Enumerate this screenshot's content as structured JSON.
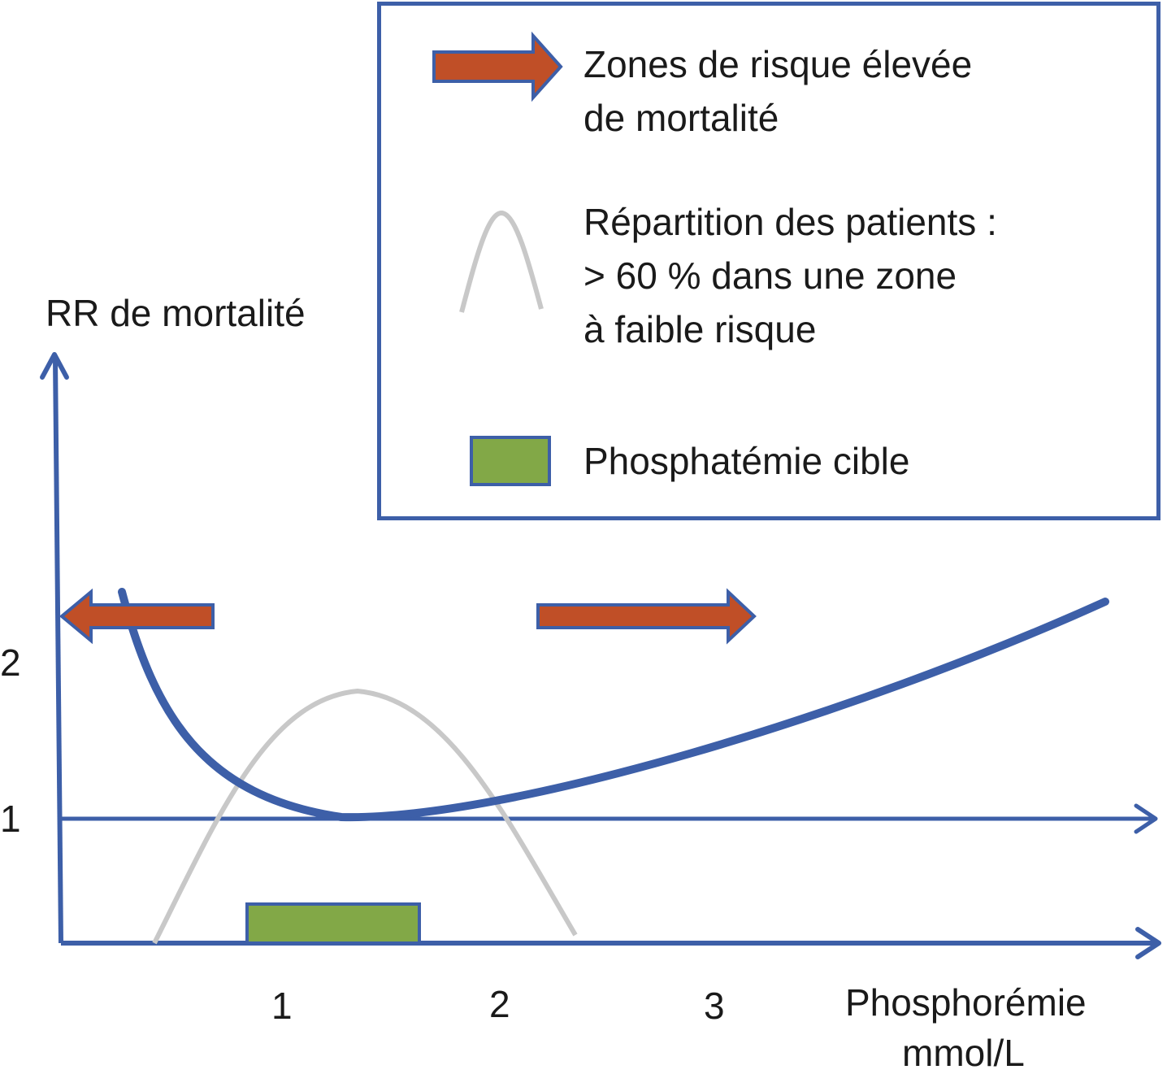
{
  "y_axis_label": "RR de mortalité",
  "y_ticks": [
    "2",
    "1"
  ],
  "x_ticks": [
    "1",
    "2",
    "3"
  ],
  "x_axis_label_line1": "Phosphorémie",
  "x_axis_label_line2": "mmol/L",
  "legend": {
    "items": [
      {
        "lines": [
          "Zones de risque élevée",
          "de mortalité"
        ]
      },
      {
        "lines": [
          "Répartition  des patients :",
          "> 60 % dans une zone",
          "à faible risque"
        ]
      },
      {
        "lines": [
          "Phosphatémie cible"
        ]
      }
    ]
  },
  "colors": {
    "curve": "#3d5fa8",
    "arrow_fill": "#c04f27",
    "arrow_stroke": "#3d5fa8",
    "target_fill": "#82a847",
    "distribution": "#c8c8c8"
  }
}
